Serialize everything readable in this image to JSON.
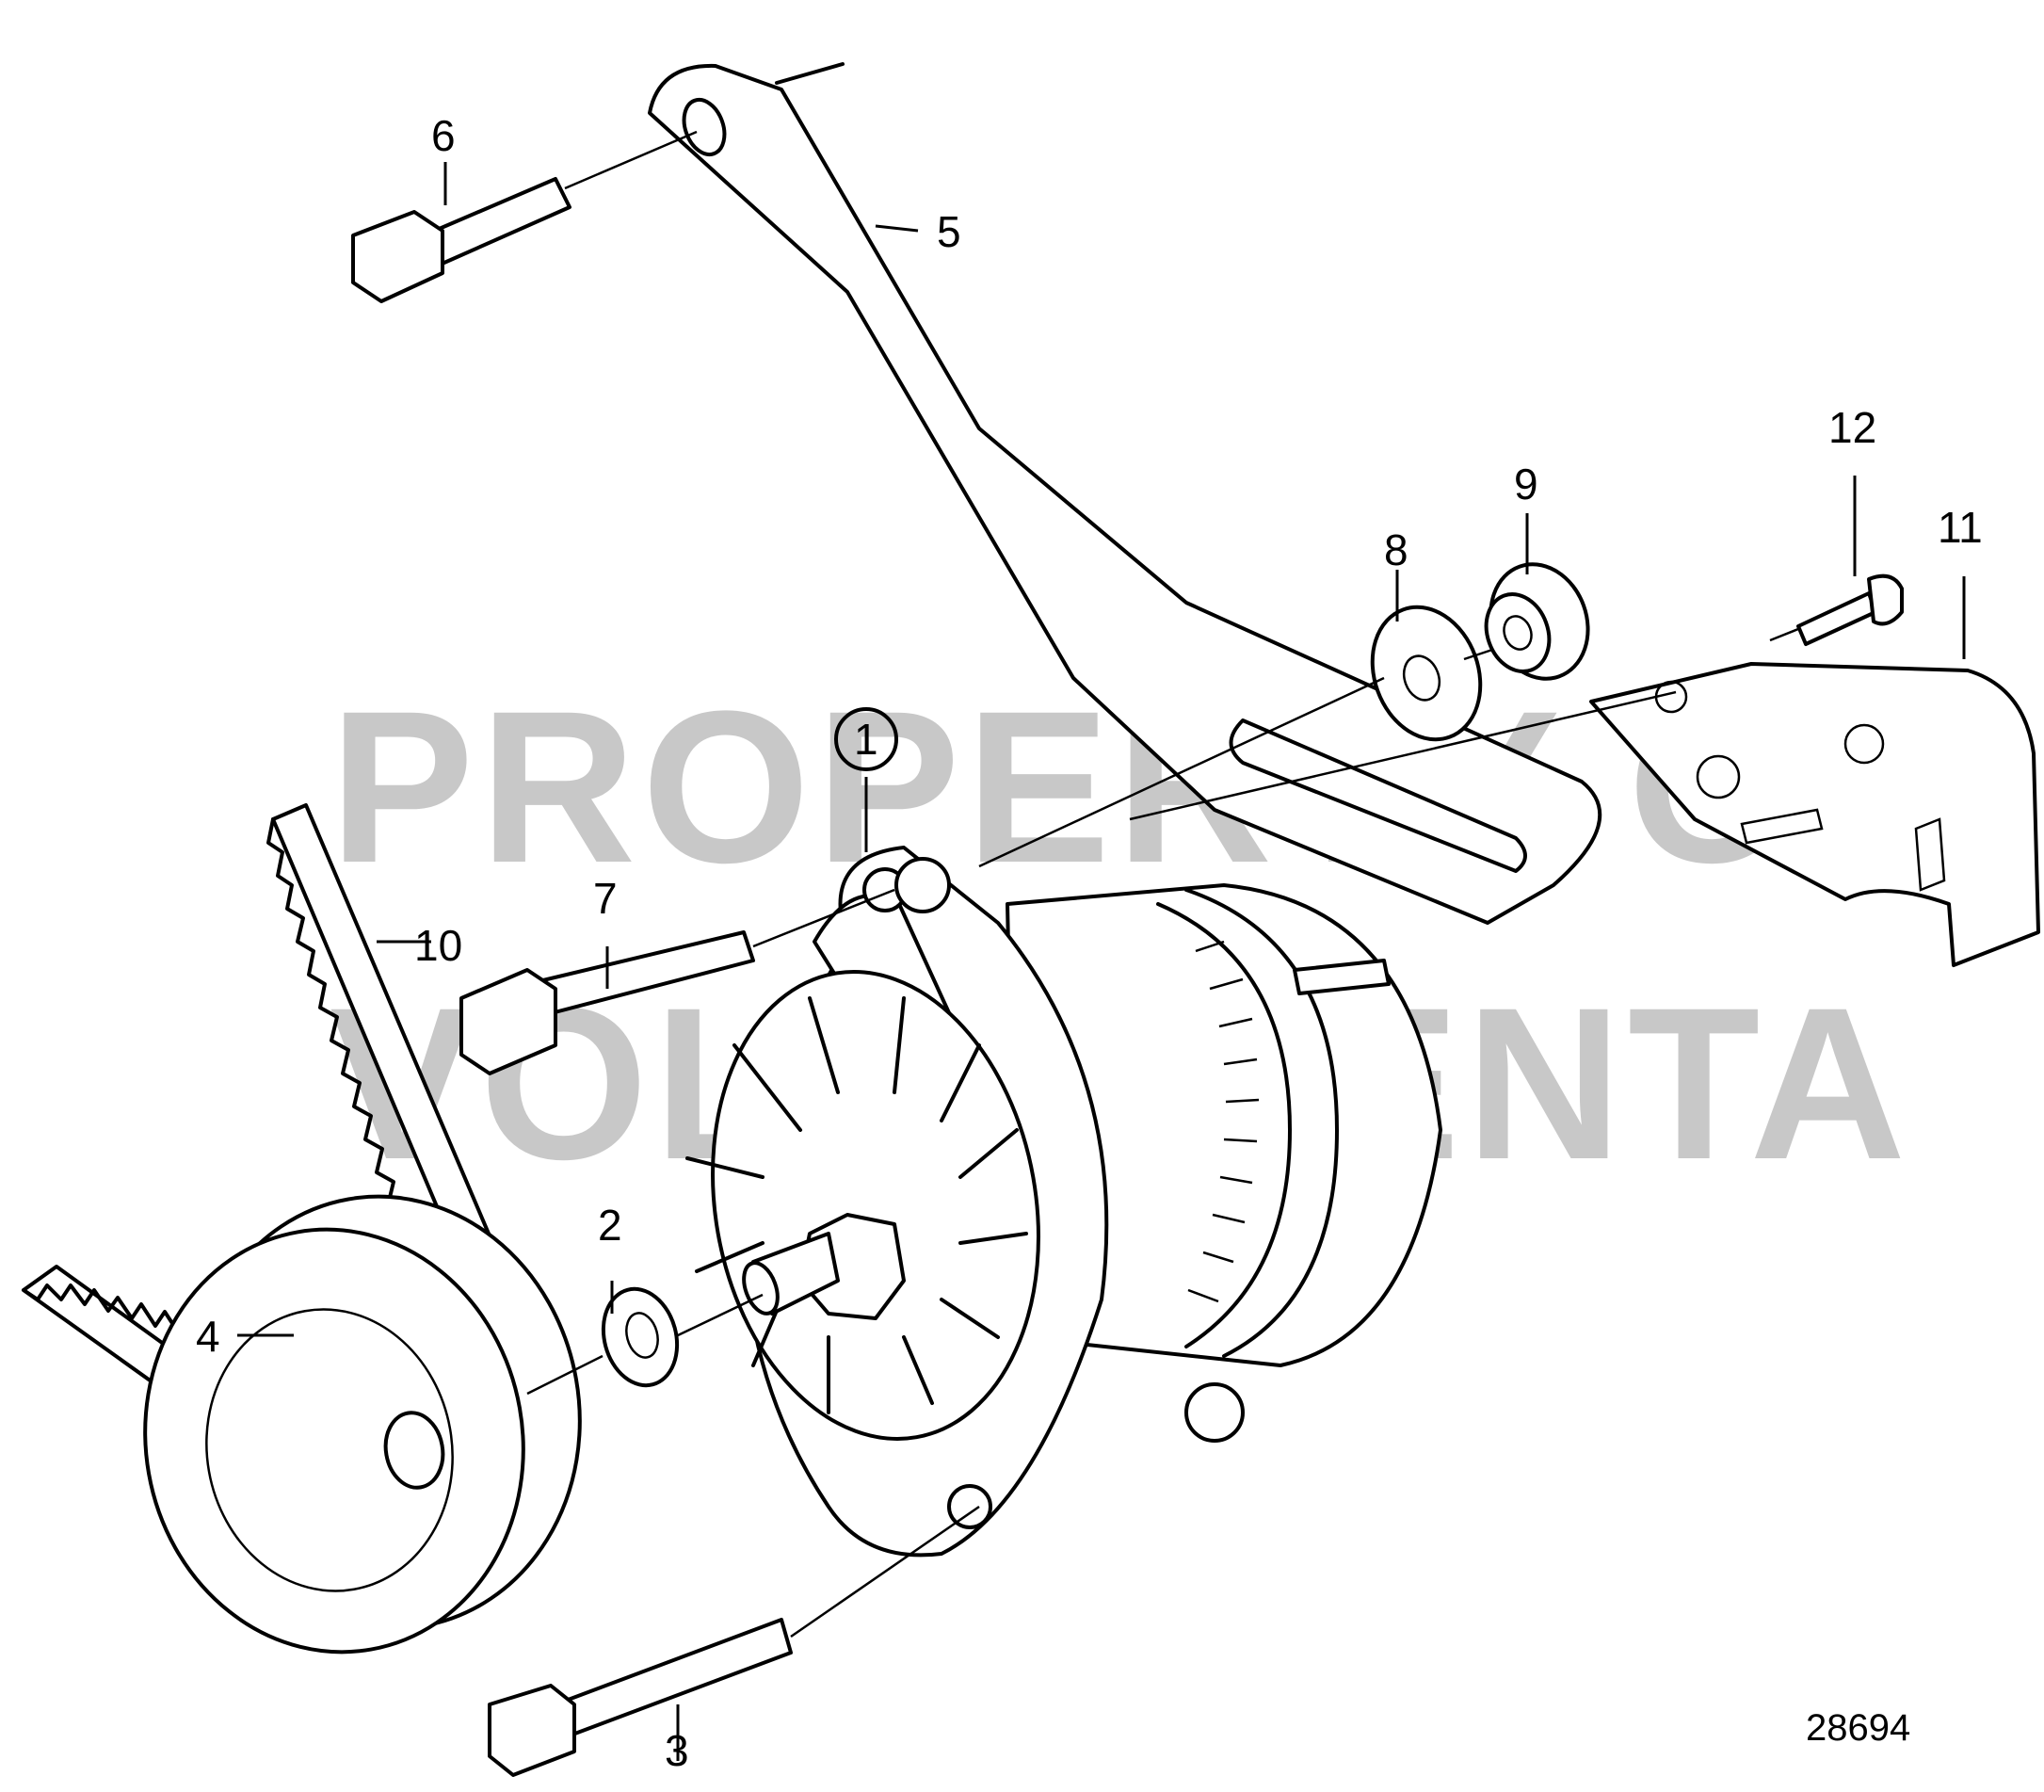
{
  "watermark": {
    "line1": "PROPERTY OF",
    "line2": "VOLVO PENTA"
  },
  "drawing_number": "28694",
  "callouts": {
    "c1": "1",
    "c2": "2",
    "c3": "3",
    "c4": "4",
    "c5": "5",
    "c6": "6",
    "c7": "7",
    "c8": "8",
    "c9": "9",
    "c10": "10",
    "c11": "11",
    "c12": "12"
  },
  "icons": {
    "alternator": "alternator-icon",
    "pulley": "pulley-icon",
    "belt": "v-belt-icon",
    "bracket": "tension-bracket-icon",
    "guard": "belt-guard-icon"
  }
}
